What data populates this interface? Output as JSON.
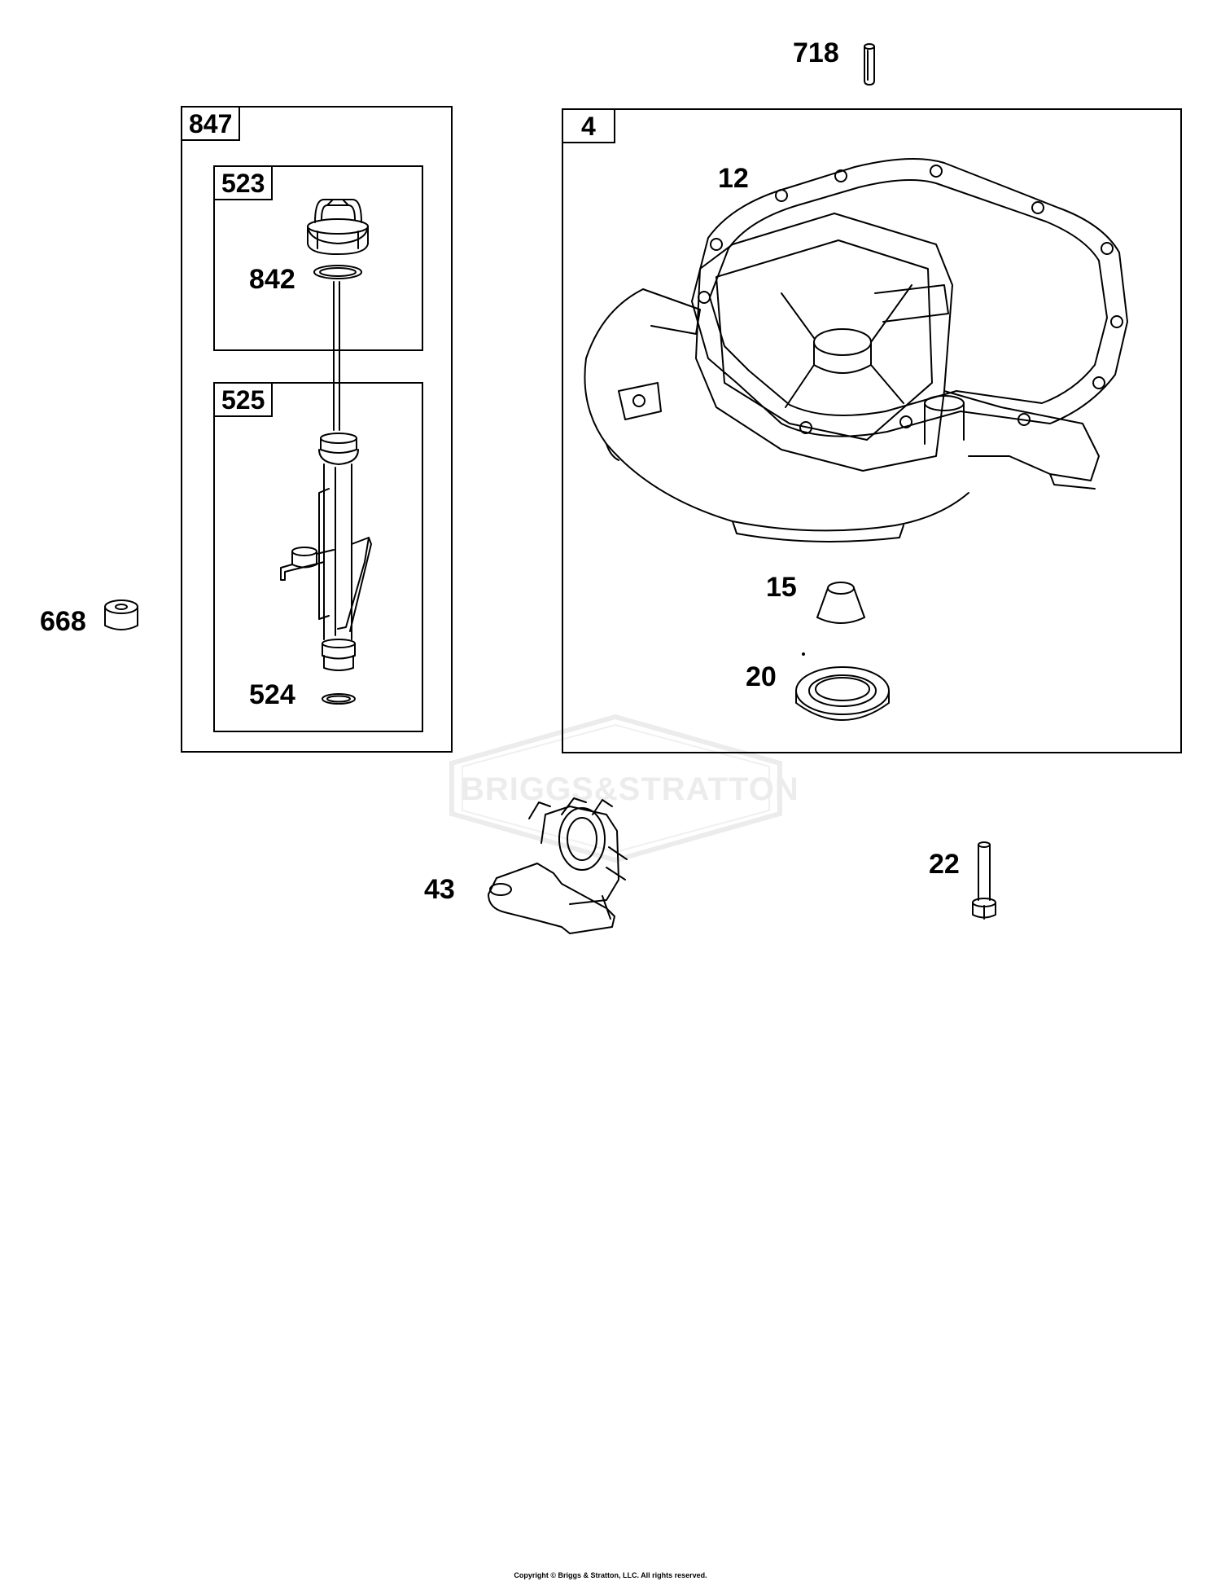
{
  "callouts": {
    "p718": "718",
    "p847": "847",
    "p523": "523",
    "p842": "842",
    "p525": "525",
    "p524": "524",
    "p668": "668",
    "p4": "4",
    "p12": "12",
    "p15": "15",
    "p20": "20",
    "p43": "43",
    "p22": "22"
  },
  "watermark": {
    "text": "BRIGGS&STRATTON"
  },
  "footer": {
    "copyright": "Copyright © Briggs & Stratton, LLC. All rights reserved."
  },
  "colors": {
    "line": "#000000",
    "watermark": "#e6e6e6",
    "background": "#ffffff"
  },
  "icons": [
    "dowel-pin-icon",
    "oil-fill-cap-icon",
    "o-ring-icon",
    "dipstick-tube-icon",
    "spacer-icon",
    "sump-cover-icon",
    "gasket-icon",
    "plug-icon",
    "oil-seal-icon",
    "governor-gear-assembly-icon",
    "flange-bolt-icon"
  ]
}
